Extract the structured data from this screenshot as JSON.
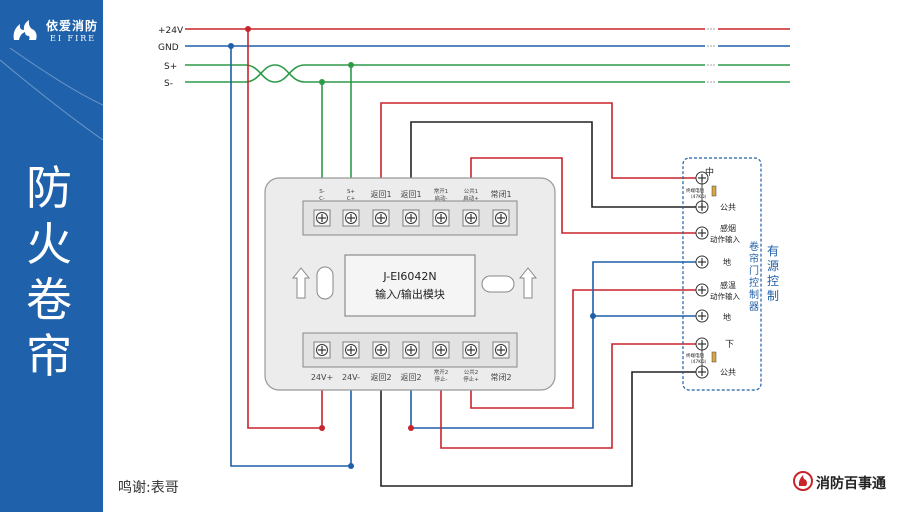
{
  "brand": {
    "name": "依爱消防",
    "en": "EI FIRE"
  },
  "title_chars": [
    "防",
    "火",
    "卷",
    "帘"
  ],
  "credit": "鸣谢:表哥",
  "footer_logo": "消防百事通",
  "bus": {
    "p24": "+24V",
    "gnd": "GND",
    "sp": "S+",
    "sm": "S-"
  },
  "module": {
    "model": "J-EI6042N",
    "name": "输入/输出模块",
    "top_labels": [
      [
        "S-",
        "C-"
      ],
      [
        "S+",
        "C+"
      ],
      [
        "返回1"
      ],
      [
        "返回1"
      ],
      [
        "常开1",
        "启动-"
      ],
      [
        "公共1",
        "启动+"
      ],
      [
        "常闭1"
      ]
    ],
    "bottom_labels": [
      [
        "24V+"
      ],
      [
        "24V-"
      ],
      [
        "返回2"
      ],
      [
        "返回2"
      ],
      [
        "常开2",
        "停止-"
      ],
      [
        "公共2",
        "停止+"
      ],
      [
        "常闭2"
      ]
    ]
  },
  "controller": {
    "title": "有源控制",
    "subtitle": "卷帘门控制器",
    "terminals": [
      "中",
      "公共",
      "感烟",
      "动作输入",
      "地",
      "感温",
      "动作输入",
      "地",
      "下",
      "公共"
    ],
    "resistor_note": [
      "终端电阻",
      "（47KΩ）"
    ]
  },
  "colors": {
    "red": "#c8242c",
    "blue": "#1f5fa8",
    "green": "#2e9a48",
    "black": "#222222",
    "sidebar": "#1f62ab"
  }
}
